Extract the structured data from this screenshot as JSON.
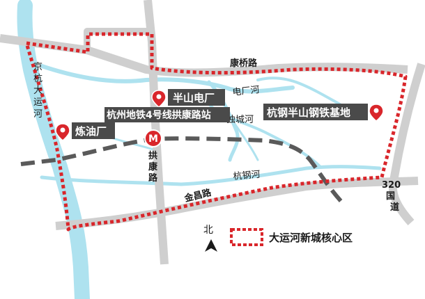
{
  "map": {
    "colors": {
      "river": "#aee2ef",
      "road": "#cfcfcf",
      "boundary": "#d9262b",
      "metro": "#5a5a5a",
      "poi_pin": "#d9262b",
      "label_box": "#4a4a4a"
    },
    "roads": {
      "kangqiao": "康桥路",
      "gongkang": "拱康路",
      "jinchang": "金昌路",
      "guodao320": "320国道"
    },
    "rivers": {
      "jinghang": "京杭大运河",
      "diancheng": "电厂河",
      "ducheng": "独城河",
      "hanggang": "杭钢河"
    },
    "pois": {
      "banshan_power": "半山电厂",
      "metro_station": "杭州地铁4号线拱康路站",
      "refinery": "炼油厂",
      "steel_base": "杭钢半山钢铁基地"
    },
    "legend": {
      "core_area": "大运河新城核心区"
    },
    "north_label": "北"
  }
}
